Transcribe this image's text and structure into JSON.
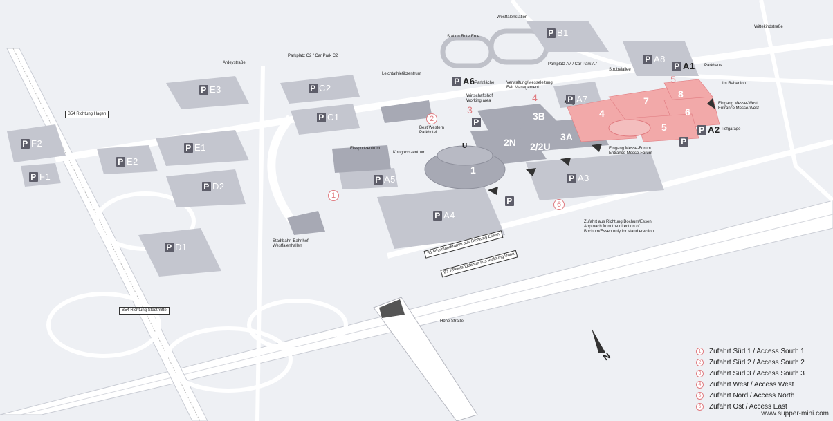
{
  "colors": {
    "background": "#eef0f4",
    "parking": "#c4c6cf",
    "building": "#a7a9b4",
    "highlight": "#f2a9a9",
    "road": "#ffffff",
    "accent": "#e07b80"
  },
  "labels": {
    "westfalenstation": "Westfalenstation",
    "station_rote_erde": "Station Rote Erde",
    "wittekindstrasse": "Wittekindstraße",
    "ardeystrasse": "Ardeystraße",
    "parkplatz_c2": "Parkplatz C2 / Car Park C2",
    "leichtathletikzentrum": "Leichtathletikzentrum",
    "parkflaeche": "Parkfläche",
    "verwaltung": "Verwaltung/Messeleitung\nFair Management",
    "parkplatz_a7": "Parkplatz A7 / Car Park A7",
    "strobelallee": "Strobelallee",
    "parkhaus": "Parkhaus",
    "im_rabenloh": "Im Rabenloh",
    "eingang_west": "Eingang Messe-West\nEntrance Messe-West",
    "tiefgarage": "Tiefgarage",
    "wirtschaftshof": "Wirtschaftshof\nWorking area",
    "best_western": "Best Western\nParkhotel",
    "eissportzentrum": "Eissportzentrum",
    "kongresszentrum": "Kongresszentrum",
    "eingang_forum": "Eingang Messe-Forum\nEntrance Messe-Forum",
    "b54_hagen": "B54 Richtung Hagen",
    "b54_stadtmitte": "B54 Richtung Stadtmitte",
    "stadtbahn": "Stadtbahn-Bahnhof\nWestfalenhallen",
    "zufahrt_bochum": "Zufahrt aus Richtung Bochum/Essen\nApproach from the direction of\nBochum/Essen only for stand erection",
    "b1_essen": "B1 Rheinlanddamm aus Richtung Essen",
    "b1_unna": "B1 Rheinlanddamm aus Richtung Unna",
    "hohe_strasse": "Hohe Straße",
    "north": "N",
    "entrance_u": "U"
  },
  "parking": {
    "B1": "B1",
    "A8": "A8",
    "A1": "A1",
    "A6": "A6",
    "A7": "A7",
    "E3": "E3",
    "C2": "C2",
    "C1": "C1",
    "F2": "F2",
    "F1": "F1",
    "E2": "E2",
    "E1": "E1",
    "D2": "D2",
    "A5": "A5",
    "A4": "A4",
    "A3": "A3",
    "A2": "A2",
    "D1": "D1",
    "P_small": ""
  },
  "halls": {
    "h1": "1",
    "h2N": "2N",
    "h2U": "2/2U",
    "h3A": "3A",
    "h3B": "3B",
    "h4": "4",
    "h5": "5",
    "h6": "6",
    "h7": "7",
    "h8": "8"
  },
  "access_markers": {
    "m1": "1",
    "m2": "2",
    "m3": "3",
    "m4": "4",
    "m5": "5",
    "m6": "6"
  },
  "legend": [
    {
      "num": "1",
      "text": "Zufahrt Süd 1 / Access South 1"
    },
    {
      "num": "2",
      "text": "Zufahrt Süd 2 / Access South 2"
    },
    {
      "num": "3",
      "text": "Zufahrt Süd 3 / Access South 3"
    },
    {
      "num": "4",
      "text": "Zufahrt West / Access West"
    },
    {
      "num": "5",
      "text": "Zufahrt Nord / Access North"
    },
    {
      "num": "6",
      "text": "Zufahrt Ost / Access East"
    }
  ],
  "footer": "www.supper-mini.com"
}
